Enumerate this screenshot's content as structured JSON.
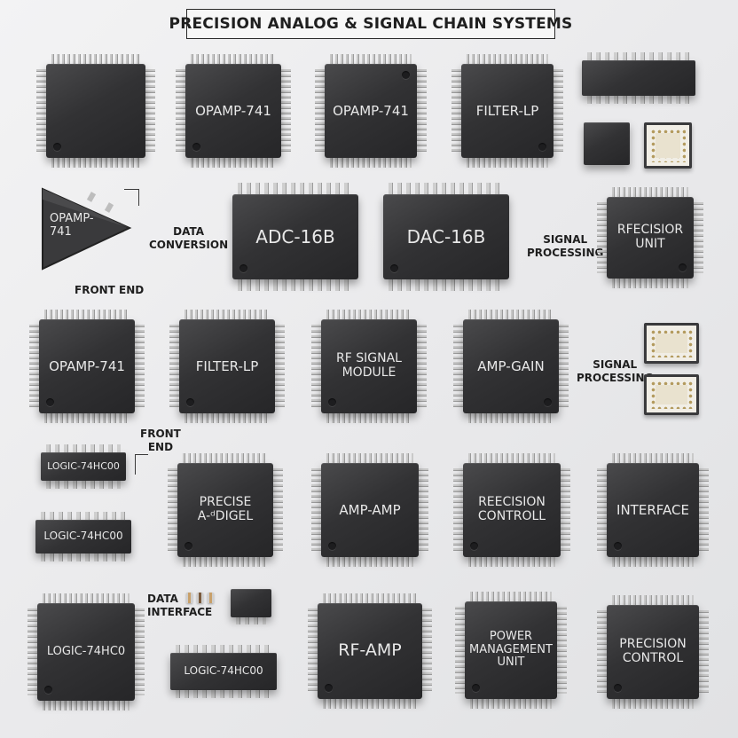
{
  "title": "PRECISION ANALOG & SIGNAL CHAIN SYSTEMS",
  "annotations": {
    "data_conversion": "DATA\nCONVERSION",
    "front_end_1": "FRONT END",
    "signal_processing_1": "SIGNAL\nPROCESSING",
    "signal_processing_2": "SIGNAL\nPROCESSING",
    "front_end_2": "FRONT\nEND",
    "data_interface": "DATA\nINTERFACE"
  },
  "chips": {
    "r1_c2": "OPAMP-741",
    "r1_c3": "OPAMP-741",
    "r1_c4": "FILTER-LP",
    "tri_opamp": "OPAMP-\n741",
    "adc": "ADC-16B",
    "dac": "DAC-16B",
    "rfecisior": "RFECISIOR\nUNIT",
    "r3_c1": "OPAMP-741",
    "r3_c2": "FILTER-LP",
    "rf_signal": "RF SIGNAL\nMODULE",
    "amp_gain": "AMP-GAIN",
    "logic_1": "LOGIC-74HC00",
    "logic_2": "LOGIC-74HC00",
    "precise": "PRECISE\nA-ᵈDIGEL",
    "amp_amp": "AMP-AMP",
    "reecision": "REECISION\nCONTROLL",
    "interface": "INTERFACE",
    "logic_3": "LOGIC-74HC0",
    "logic_4": "LOGIC-74HC00",
    "rf_amp": "RF-AMP",
    "power": "POWER\nMANAGEMENT\nUNIT",
    "precision_control": "PRECISION\nCONTROL"
  }
}
